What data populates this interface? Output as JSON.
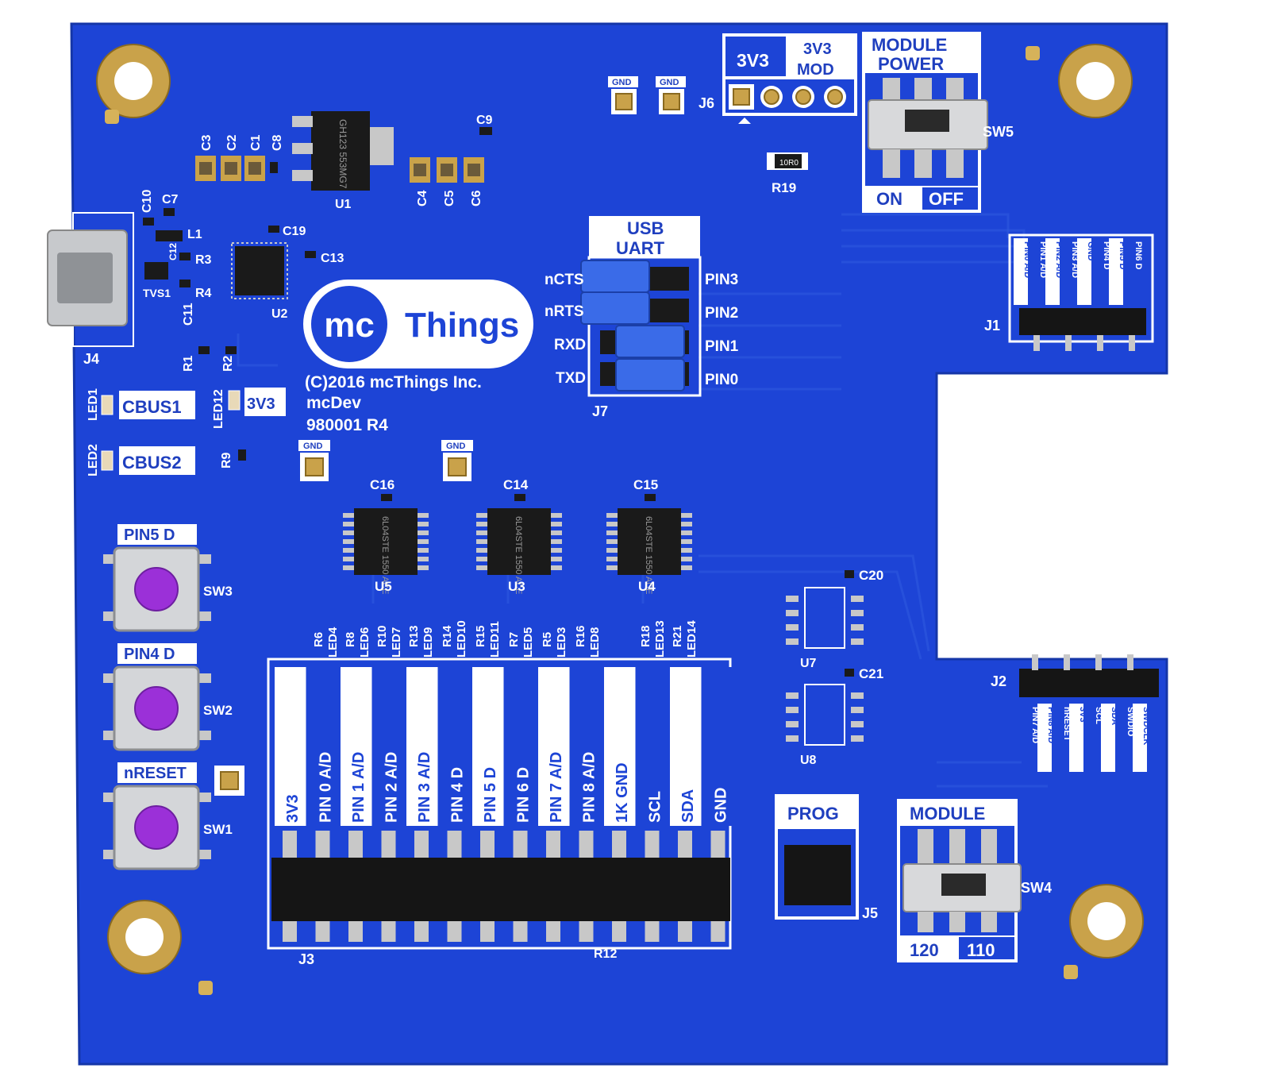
{
  "colors": {
    "board": "#1d44d6",
    "silk": "#ffffff",
    "gold": "#c9a24a",
    "jumper": "#3a6be8",
    "button": "#9b30d8",
    "header": "#151515"
  },
  "logo": {
    "mc": "mc",
    "word": "Things"
  },
  "board_text": {
    "copyright": "(C)2016 mcThings Inc.",
    "model": "mcDev",
    "part": "980001 R4"
  },
  "gnd_pads": [
    "GND",
    "GND",
    "GND",
    "GND"
  ],
  "j6": {
    "left": "3V3",
    "right_line1": "3V3",
    "right_line2": "MOD",
    "ref": "J6"
  },
  "module_power": {
    "line1": "MODULE",
    "line2": "POWER",
    "on": "ON",
    "off": "OFF",
    "ref": "SW5"
  },
  "usb_uart": {
    "line1": "USB",
    "line2": "UART",
    "left": [
      "nCTS",
      "nRTS",
      "RXD",
      "TXD"
    ],
    "right": [
      "PIN3",
      "PIN2",
      "PIN1",
      "PIN0"
    ],
    "ref": "J7"
  },
  "j1": {
    "ref": "J1",
    "labels": [
      "PIN0 A/D",
      "PIN1 A/D",
      "PIN2 A/D",
      "PIN3 A/D",
      "GND",
      "PIN4 D",
      "PIN5 D",
      "PIN6 D"
    ]
  },
  "j2": {
    "ref": "J2",
    "labels": [
      "PIN7 A/D",
      "PIN8 A/D",
      "nRESET",
      "3V3",
      "SCL",
      "SDA",
      "SWDIO",
      "SWDCLK"
    ]
  },
  "leds": {
    "cbus1": "CBUS1",
    "cbus2": "CBUS2",
    "v33": "3V3",
    "led1": "LED1",
    "led2": "LED2",
    "led12": "LED12"
  },
  "buttons": [
    {
      "label": "PIN5 D",
      "ref": "SW3"
    },
    {
      "label": "PIN4 D",
      "ref": "SW2"
    },
    {
      "label": "nRESET",
      "ref": "SW1"
    }
  ],
  "j3": {
    "ref": "J3",
    "labels": [
      "3V3",
      "PIN 0 A/D",
      "PIN 1 A/D",
      "PIN 2 A/D",
      "PIN 3 A/D",
      "PIN 4 D",
      "PIN 5 D",
      "PIN 6 D",
      "PIN 7 A/D",
      "PIN 8 A/D",
      "1K GND",
      "SCL",
      "SDA",
      "GND"
    ]
  },
  "prog": {
    "label": "PROG",
    "ref": "J5"
  },
  "module_sel": {
    "label": "MODULE",
    "left": "120",
    "right": "110",
    "ref": "SW4"
  },
  "chips": [
    {
      "ref": "U5",
      "cap": "C16",
      "mark": "6L04STE 1550 ACE"
    },
    {
      "ref": "U3",
      "cap": "C14",
      "mark": "6L04STE 1550 ACE"
    },
    {
      "ref": "U4",
      "cap": "C15",
      "mark": "6L04STE 1550 ACE"
    }
  ],
  "regulator": {
    "ref": "U1",
    "mark": "GH123 553MG7"
  },
  "refs": {
    "c3": "C3",
    "c2": "C2",
    "c1": "C1",
    "c8": "C8",
    "c9": "C9",
    "c4": "C4",
    "c5": "C5",
    "c6": "C6",
    "c10": "C10",
    "c7": "C7",
    "l1": "L1",
    "c12": "C12",
    "r3": "R3",
    "r4": "R4",
    "tvs1": "TVS1",
    "c11": "C11",
    "c19": "C19",
    "c13": "C13",
    "u2": "U2",
    "j4": "J4",
    "r1": "R1",
    "r2": "R2",
    "r9": "R9",
    "r19": "R19",
    "r19_mark": "10R0",
    "c20": "C20",
    "c21": "C21",
    "u7": "U7",
    "u8": "U8",
    "r12": "R12"
  },
  "res_labels": [
    "R6",
    "R8",
    "R10",
    "R13",
    "R14",
    "R15",
    "R7",
    "R5",
    "R16",
    "R18",
    "R21"
  ],
  "led_labels": [
    "LED4",
    "LED6",
    "LED7",
    "LED9",
    "LED10",
    "LED11",
    "LED5",
    "LED3",
    "LED8",
    "LED13",
    "LED14"
  ]
}
